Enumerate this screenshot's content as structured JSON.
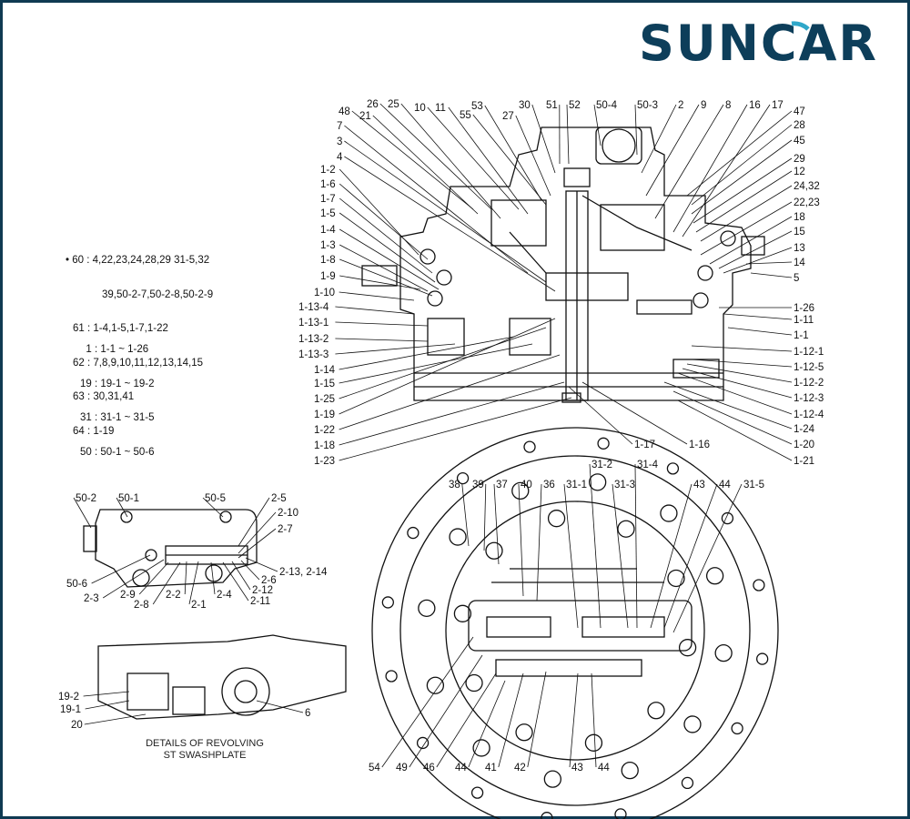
{
  "brand": {
    "name": "SUNCAR",
    "color": "#0d3e5a",
    "frame_color": "#0f3a52"
  },
  "kits": [
    {
      "mark": "• 60",
      "parts": "4,22,23,24,28,29 31-5,32"
    },
    {
      "mark": "",
      "parts": "39,50-2-7,50-2-8,50-2-9"
    },
    {
      "mark": "61",
      "parts": "1-4,1-5,1-7,1-22"
    },
    {
      "mark": "62",
      "parts": "7,8,9,10,11,12,13,14,15"
    },
    {
      "mark": "63",
      "parts": "30,31,41"
    },
    {
      "mark": "64",
      "parts": "1-19"
    }
  ],
  "ranges": [
    {
      "mark": "1",
      "parts": "1-1 ~ 1-26"
    },
    {
      "mark": "19",
      "parts": "19-1 ~ 19-2"
    },
    {
      "mark": "31",
      "parts": "31-1 ~ 31-5"
    },
    {
      "mark": "50",
      "parts": "50-1 ~ 50-6"
    }
  ],
  "caption": {
    "line1": "DETAILS OF REVOLVING",
    "line2": "ST SWASHPLATE"
  },
  "callouts_main": [
    "48",
    "21",
    "26",
    "25",
    "10",
    "11",
    "53",
    "55",
    "27",
    "30",
    "51",
    "52",
    "50-4",
    "50-3",
    "2",
    "9",
    "8",
    "16",
    "17",
    "47",
    "28",
    "45",
    "29",
    "12",
    "24,32",
    "22,23",
    "18",
    "15",
    "13",
    "14",
    "5",
    "7",
    "3",
    "4",
    "1-2",
    "1-6",
    "1-7",
    "1-5",
    "1-4",
    "1-3",
    "1-8",
    "1-9",
    "1-10",
    "1-13-4",
    "1-13-1",
    "1-13-2",
    "1-13-3",
    "1-14",
    "1-15",
    "1-25",
    "1-19",
    "1-22",
    "1-18",
    "1-23",
    "1-26",
    "1-11",
    "1-1",
    "1-12-1",
    "1-12-5",
    "1-12-2",
    "1-12-3",
    "1-12-4",
    "1-24",
    "1-20",
    "1-21",
    "1-17",
    "1-16"
  ],
  "callouts_valve": [
    "50-2",
    "50-1",
    "50-5",
    "2-5",
    "2-10",
    "2-7",
    "50-6",
    "2-3",
    "2-9",
    "2-8",
    "2-2",
    "2-1",
    "2-4",
    "2-11",
    "2-12",
    "2-6",
    "2-13, 2-14"
  ],
  "callouts_swash": [
    "19-2",
    "19-1",
    "20",
    "6"
  ],
  "callouts_bottom": [
    "38",
    "39",
    "37",
    "40",
    "36",
    "31-1",
    "31-2",
    "31-4",
    "31-3",
    "43",
    "44",
    "31-5",
    "54",
    "49",
    "46",
    "44",
    "41",
    "42",
    "43",
    "44"
  ]
}
